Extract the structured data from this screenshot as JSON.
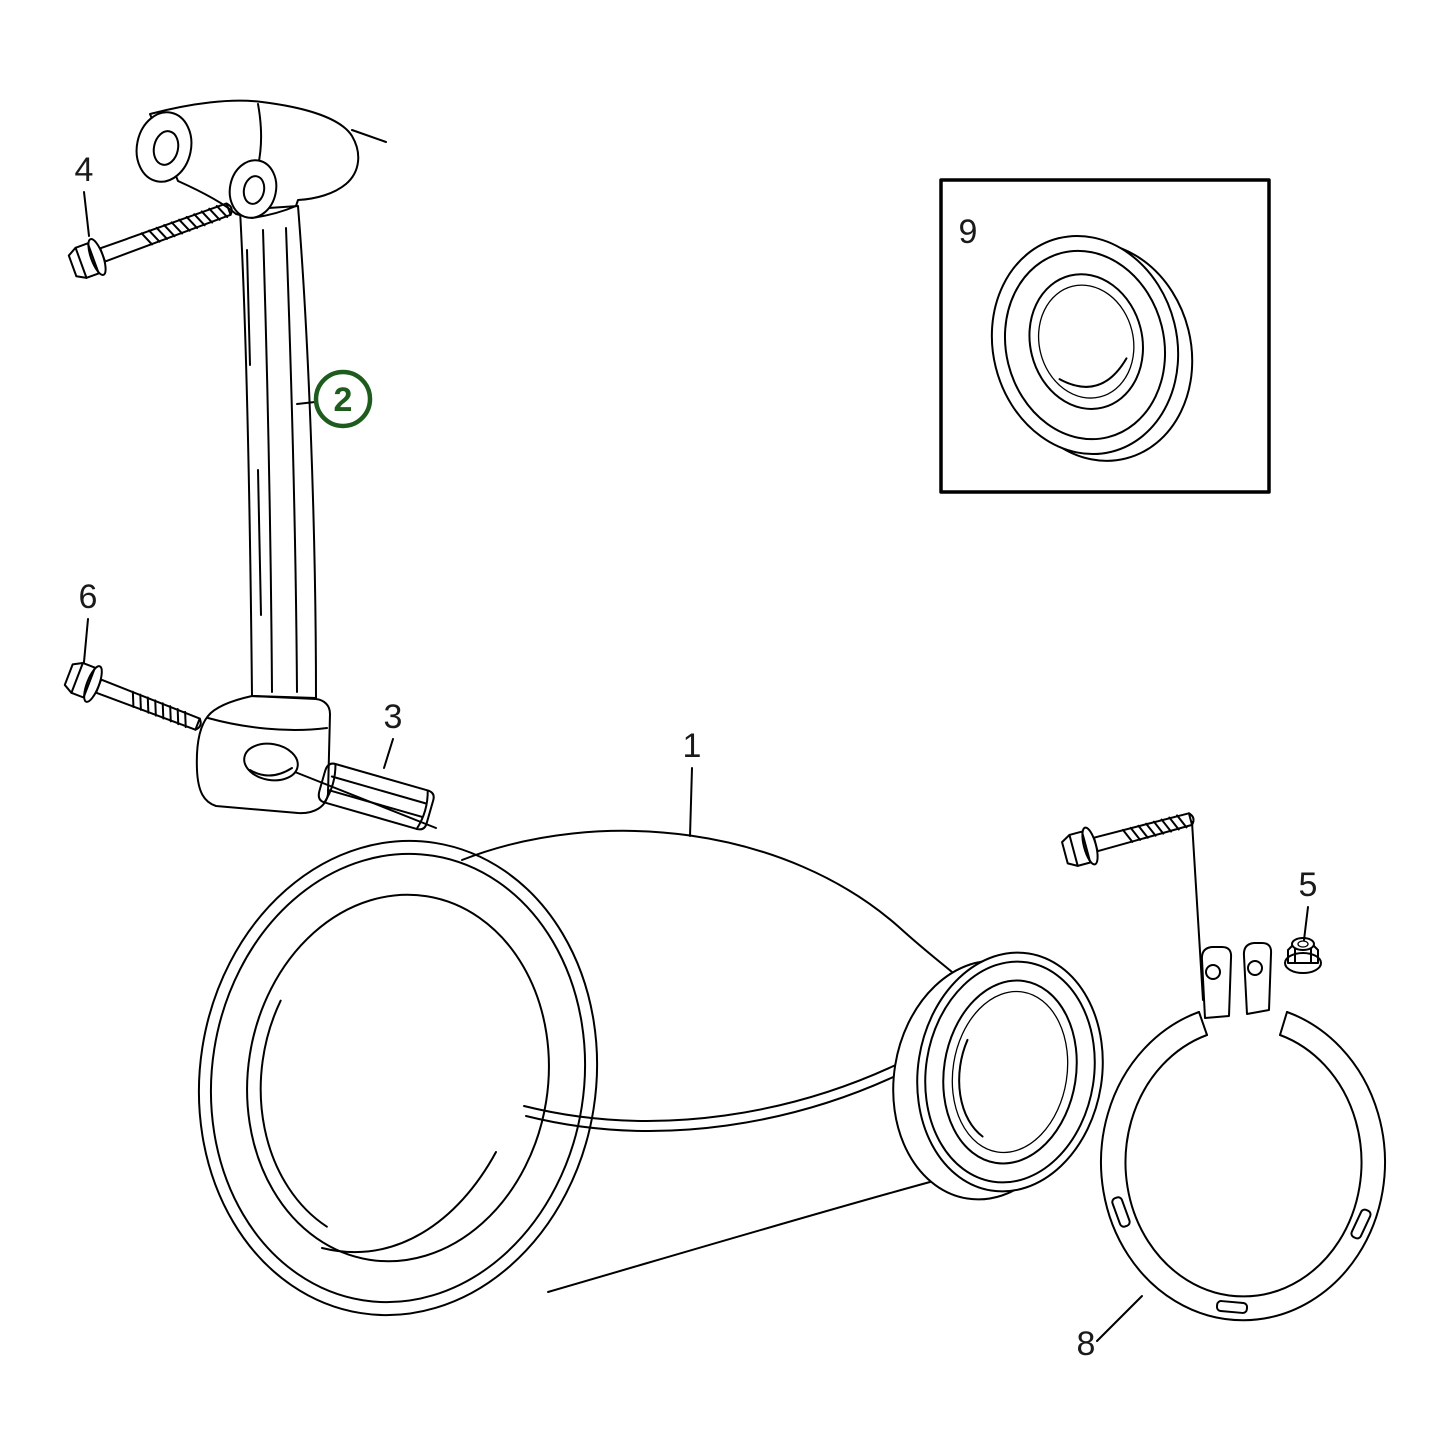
{
  "colors": {
    "highlight": "#1e5c1e",
    "line": "#000000",
    "background": "#ffffff"
  },
  "callouts": [
    {
      "number": "1"
    },
    {
      "number": "2",
      "highlighted": true
    },
    {
      "number": "3"
    },
    {
      "number": "4"
    },
    {
      "number": "5"
    },
    {
      "number": "6"
    },
    {
      "number": "8"
    },
    {
      "number": "9"
    }
  ]
}
